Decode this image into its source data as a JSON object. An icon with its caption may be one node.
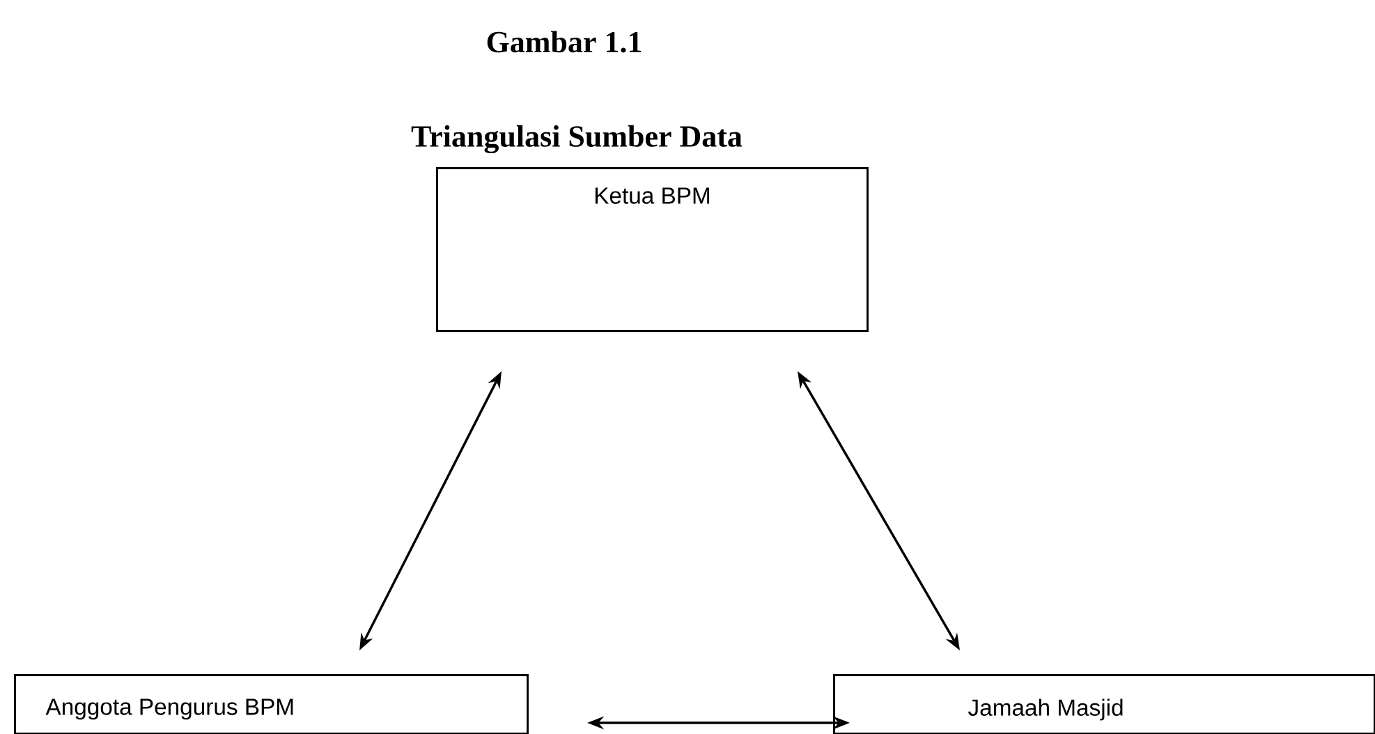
{
  "diagram": {
    "title": "Gambar 1.1",
    "caption": "Triangulasi Sumber Data",
    "nodes": [
      {
        "text": [
          "Ketua BPM"
        ]
      },
      {
        "text": [
          "Anggota Pengurus BPM"
        ]
      },
      {
        "text": [
          "Jamaah Masjid"
        ]
      }
    ],
    "edges": [
      {
        "from": 0,
        "to": 1,
        "arrow": "both"
      },
      {
        "from": 0,
        "to": 2,
        "arrow": "both"
      },
      {
        "from": 1,
        "to": 2,
        "arrow": "both"
      }
    ]
  }
}
